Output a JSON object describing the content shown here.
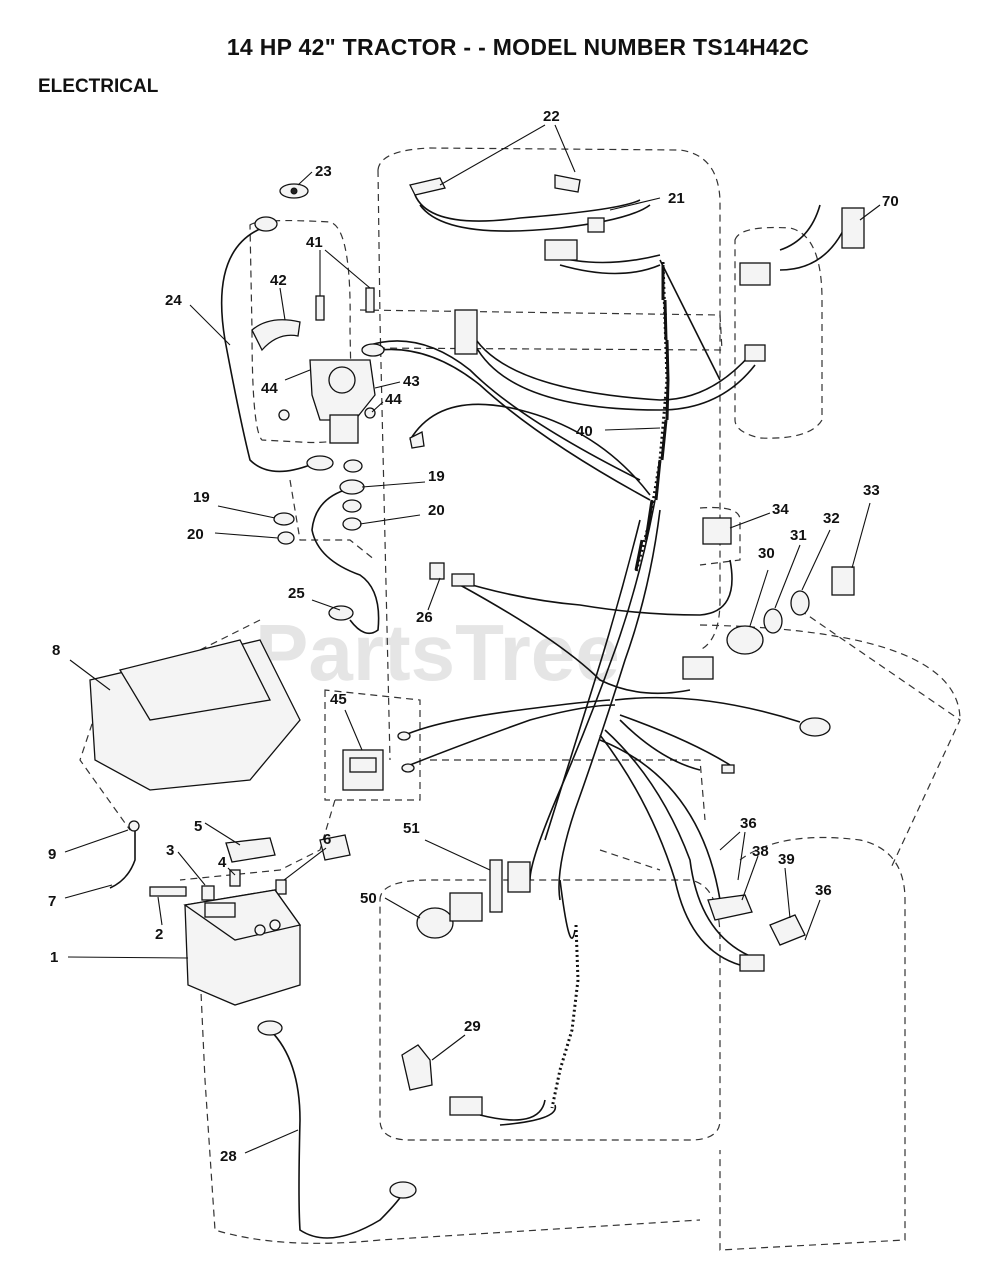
{
  "header": {
    "title": "14 HP 42\" TRACTOR - - MODEL NUMBER TS14H42C",
    "section": "ELECTRICAL"
  },
  "watermark": "PartsTree",
  "callouts": [
    "22",
    "23",
    "21",
    "70",
    "41",
    "42",
    "24",
    "43",
    "44",
    "44",
    "40",
    "19",
    "19",
    "20",
    "20",
    "34",
    "33",
    "32",
    "31",
    "30",
    "25",
    "26",
    "8",
    "45",
    "9",
    "5",
    "3",
    "4",
    "6",
    "51",
    "7",
    "50",
    "2",
    "36",
    "38",
    "39",
    "36",
    "1",
    "29",
    "28"
  ]
}
